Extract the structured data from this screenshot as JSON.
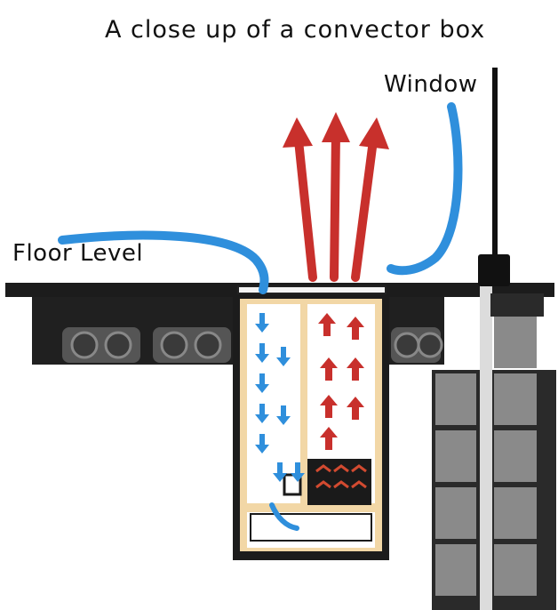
{
  "title": "A close up of a convector box",
  "labels": {
    "window": "Window",
    "floor_level": "Floor Level"
  },
  "colors": {
    "warm_air": "#c8302c",
    "cool_air": "#2f8fdc",
    "floor": "#1c1c1c",
    "box_frame": "#f2d7a6",
    "brick": "#8a8a8a",
    "heater": "#1a1a1a"
  },
  "icons": {
    "warm_air": "red-arrow-up-icon",
    "cool_air": "blue-arrow-down-icon"
  }
}
